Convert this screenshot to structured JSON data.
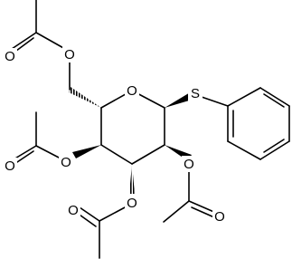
{
  "molecule": {
    "atoms": {
      "ring_oxygen": "O",
      "thio_sulfur": "S",
      "o6_ester": "O",
      "o6_carbonyl": "O",
      "o4_ester": "O",
      "o4_carbonyl": "O",
      "o3_ester": "O",
      "o3_carbonyl": "O",
      "o2_ester": "O",
      "o2_carbonyl": "O"
    }
  }
}
